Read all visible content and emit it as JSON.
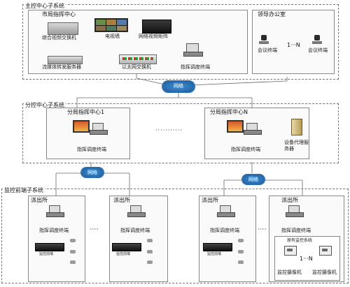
{
  "subsystems": {
    "main": "主控中心子系统",
    "branch": "分控中心子系统",
    "front": "监控前端子系统"
  },
  "city_center": {
    "title": "市局指挥中心",
    "video_switch": "综合视频交换机",
    "tv_wall": "电视墙",
    "video_matrix": "网络视频矩阵",
    "ethernet_switch": "以太网交换机",
    "stream_server": "流媒体转发服务器",
    "dispatch_terminal": "指挥调度终端"
  },
  "leader_office": {
    "title": "领导办公室",
    "terminal_a": "会议终端",
    "terminal_b": "会议终端",
    "range": "1···N"
  },
  "network_label": "网络",
  "branch_centers": {
    "first": "分局指挥中心1",
    "last": "分局指挥中心N",
    "terminal_a": "指挥调度终端",
    "terminal_b": "指挥调度终端",
    "proxy_server": "设备代理服务器",
    "dots": "···········"
  },
  "front_end": {
    "station": "派出所",
    "terminal": "指挥调度终端",
    "dots": "·····",
    "dvr_label": "监控前端",
    "legacy_system": "原有监控系统",
    "camera": "监控摄像机",
    "range": "1···N"
  }
}
